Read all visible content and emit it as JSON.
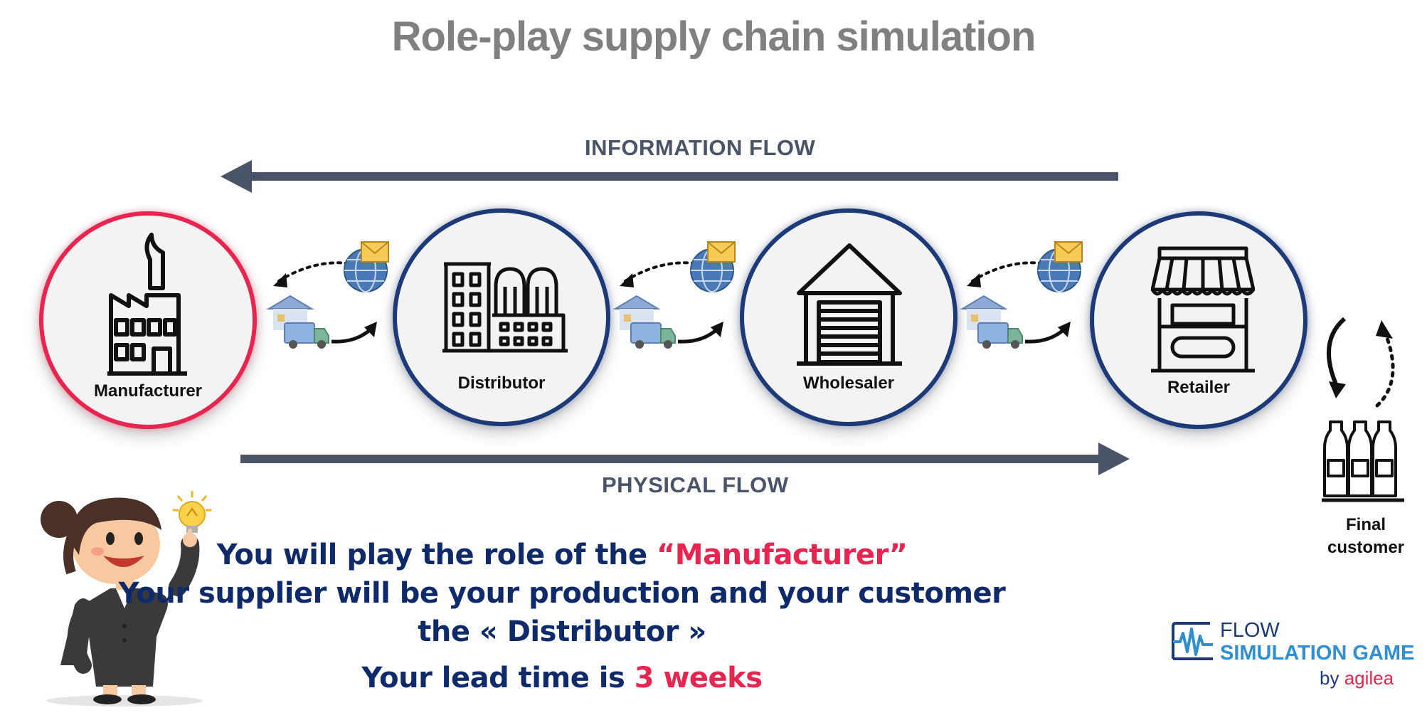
{
  "title": "Role-play supply chain simulation",
  "flows": {
    "information": "INFORMATION FLOW",
    "physical": "PHYSICAL FLOW"
  },
  "nodes": [
    {
      "label": "Manufacturer",
      "icon": "factory-icon",
      "ring_color": "#e8244f"
    },
    {
      "label": "Distributor",
      "icon": "distribution-center-icon",
      "ring_color": "#1d3a78"
    },
    {
      "label": "Wholesaler",
      "icon": "warehouse-icon",
      "ring_color": "#1d3a78"
    },
    {
      "label": "Retailer",
      "icon": "shop-icon",
      "ring_color": "#1d3a78"
    }
  ],
  "final_customer": {
    "line1": "Final",
    "line2": "customer",
    "icon": "milk-bottles-icon"
  },
  "message": {
    "line1_prefix": "You will play the role of the ",
    "line1_role": "“Manufacturer”",
    "line2": "Your supplier will be your production and your customer",
    "line3": "the « Distributor »",
    "line4_prefix": "Your lead time is ",
    "line4_value": "3 weeks"
  },
  "logo": {
    "line1": "FLOW",
    "line2": "SIMULATION GAME",
    "line3_prefix": "by ",
    "line3_brand": "agilea"
  },
  "colors": {
    "title_gray": "#808080",
    "flow_arrow": "#4a5468",
    "text_navy": "#0e2a6b",
    "accent_red": "#e8244f",
    "logo_blue": "#2f8fd0"
  }
}
